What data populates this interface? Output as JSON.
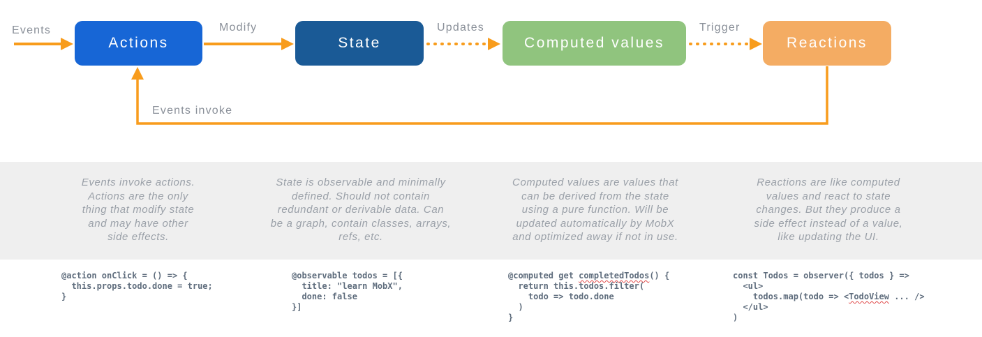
{
  "diagram": {
    "arrow_color": "#F89C1C",
    "label_color": "#8A9099",
    "squiggle_color": "#E04B4B",
    "band_color": "#EFEFEF",
    "nodes": [
      {
        "id": "actions",
        "label": "Actions",
        "color": "#1766D6"
      },
      {
        "id": "state",
        "label": "State",
        "color": "#1A5A96"
      },
      {
        "id": "computed-values",
        "label": "Computed values",
        "color": "#90C47E"
      },
      {
        "id": "reactions",
        "label": "Reactions",
        "color": "#F4AC63"
      }
    ],
    "edges": [
      {
        "id": "events",
        "label": "Events",
        "style": "solid"
      },
      {
        "id": "modify",
        "label": "Modify",
        "style": "solid"
      },
      {
        "id": "updates",
        "label": "Updates",
        "style": "dotted"
      },
      {
        "id": "trigger",
        "label": "Trigger",
        "style": "dotted"
      },
      {
        "id": "events-invoke",
        "label": "Events invoke",
        "style": "solid"
      }
    ]
  },
  "descriptions": [
    {
      "lines": [
        "Events invoke actions.",
        "Actions are the only",
        "thing that modify state",
        "and may have other",
        "side effects."
      ]
    },
    {
      "lines": [
        "State is observable and minimally",
        "defined. Should not contain",
        "redundant or derivable data. Can",
        "be a graph, contain classes, arrays,",
        "refs, etc."
      ]
    },
    {
      "lines": [
        "Computed values are values that",
        "can be derived from the state",
        "using a pure function. Will be",
        "updated automatically by MobX",
        "and optimized away if not in use."
      ]
    },
    {
      "lines": [
        "Reactions are like computed",
        "values and react to state",
        "changes. But they produce a",
        "side effect instead of a value,",
        "like updating the UI."
      ]
    }
  ],
  "code_blocks": [
    {
      "lines": [
        [
          "@action onClick = () => {"
        ],
        [
          "  this.props.todo.done = true;"
        ],
        [
          "}"
        ]
      ]
    },
    {
      "lines": [
        [
          "@observable todos = [{"
        ],
        [
          "  title: \"learn MobX\","
        ],
        [
          "  done: false"
        ],
        [
          "}]"
        ]
      ]
    },
    {
      "lines": [
        [
          "@computed get ",
          {
            "t": "completedTodos",
            "wavy": true
          },
          "() {"
        ],
        [
          "  return this.todos.filter("
        ],
        [
          "    todo => todo.done"
        ],
        [
          "  )"
        ],
        [
          "}"
        ]
      ]
    },
    {
      "lines": [
        [
          "const Todos = observer({ todos } =>"
        ],
        [
          "  <ul>"
        ],
        [
          "    todos.map(todo => <",
          {
            "t": "TodoView",
            "wavy": true
          },
          " ... />"
        ],
        [
          "  </ul>"
        ],
        [
          ")"
        ]
      ]
    }
  ]
}
